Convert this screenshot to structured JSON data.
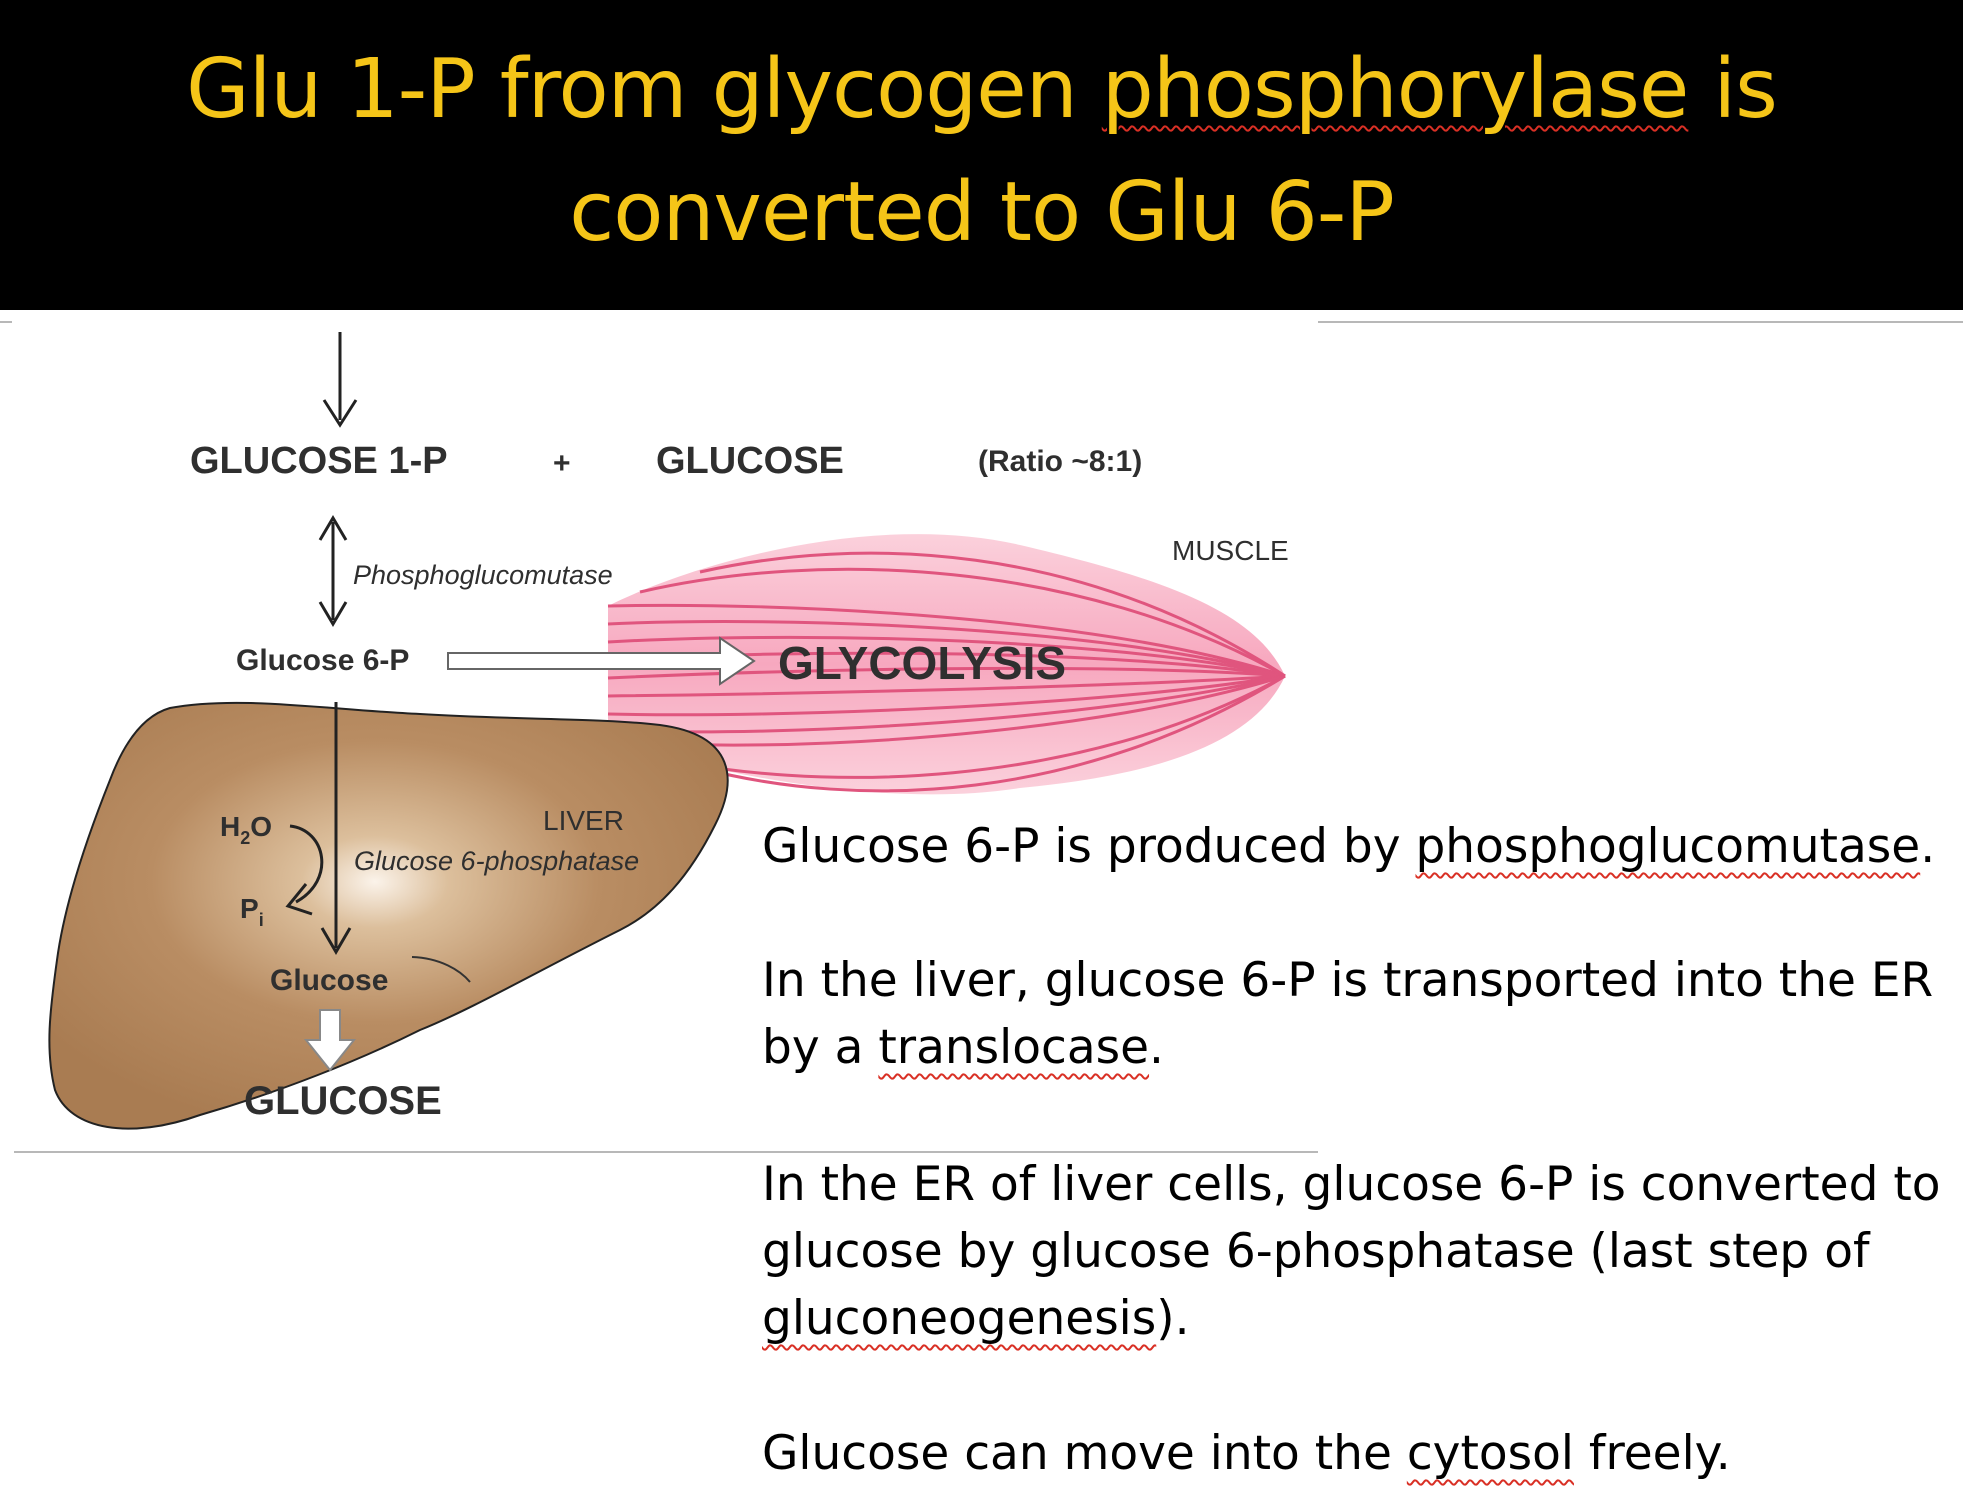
{
  "title": {
    "line1_part1": "Glu 1-P from glycogen ",
    "line1_part2": "phosphorylase",
    "line1_part3": " is",
    "line2": "converted to Glu 6-P"
  },
  "diagram": {
    "glucose1p": "GLUCOSE 1-P",
    "plus": "+",
    "glucose_top": "GLUCOSE",
    "ratio": "(Ratio ~8:1)",
    "muscle": "MUSCLE",
    "enzyme1": "Phosphoglucomutase",
    "glucose6p": "Glucose 6-P",
    "glycolysis": "GLYCOLYSIS",
    "water_main": "H",
    "water_sub": "2",
    "water_tail": "O",
    "liver": "LIVER",
    "enzyme2": "Glucose 6-phosphatase",
    "pi_main": "P",
    "pi_sub": "i",
    "glucose_small": "Glucose",
    "glucose_bottom": "GLUCOSE"
  },
  "paragraphs": {
    "p1_a": "Glucose 6-P is produced by ",
    "p1_b": "phosphoglucomutase",
    "p1_c": ".",
    "p2_line1": "In the liver, glucose 6-P is transported into the ER",
    "p2_a": "by a ",
    "p2_b": "translocase",
    "p2_c": ".",
    "p3_line1": "In the ER of liver cells, glucose 6-P is converted to",
    "p3_line2": "glucose by glucose 6-phosphatase (last step of",
    "p3_b": "gluconeogenesis",
    "p3_c": ").",
    "p4_a": "Glucose can move into the ",
    "p4_b": "cytosol",
    "p4_c": " freely."
  },
  "colors": {
    "title_background": "#000000",
    "title_text": "#f5c518",
    "liver_fill": "#b98d63",
    "muscle_fill": "#f7a8bf",
    "muscle_fiber": "#e0557e"
  }
}
